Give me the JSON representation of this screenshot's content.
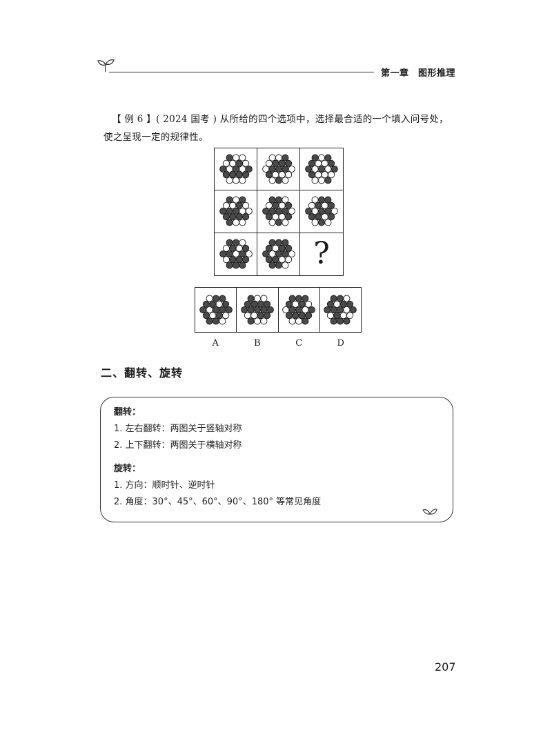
{
  "header": {
    "chapter_title": "第一章　图形推理"
  },
  "question": {
    "tag": "【 例 6 】",
    "source": "( 2024  国考 )",
    "text": " 从所给的四个选项中，选择最合适的一个填入问号处，使之呈现一定的规律性。"
  },
  "puzzle": {
    "question_mark": "?",
    "fill_dark": "#4a4a4a",
    "fill_light": "#ffffff",
    "cells": [
      {
        "filled": [
          0,
          5,
          7,
          9,
          11,
          12,
          13,
          14,
          15
        ]
      },
      {
        "filled": [
          2,
          4,
          5,
          6,
          8,
          9,
          10,
          12,
          17
        ]
      },
      {
        "filled": [
          0,
          2,
          3,
          6,
          7,
          9,
          11,
          12,
          18
        ]
      },
      {
        "filled": [
          0,
          2,
          5,
          7,
          8,
          9,
          12,
          13,
          14,
          15,
          16
        ]
      },
      {
        "filled": [
          0,
          1,
          4,
          6,
          7,
          8,
          9,
          10,
          12,
          15,
          17
        ]
      },
      {
        "filled": [
          1,
          2,
          4,
          6,
          7,
          9,
          10,
          12,
          13,
          15,
          17
        ]
      },
      {
        "filled": [
          0,
          1,
          4,
          6,
          7,
          8,
          10,
          13,
          14,
          15,
          16,
          17,
          18
        ]
      },
      {
        "filled": [
          0,
          1,
          2,
          3,
          5,
          6,
          7,
          9,
          10,
          12,
          13,
          16,
          17
        ]
      }
    ],
    "options": [
      {
        "label": "A",
        "filled": [
          1,
          2,
          3,
          4,
          6,
          7,
          9,
          10,
          11,
          12,
          14,
          16,
          17
        ]
      },
      {
        "label": "B",
        "filled": [
          0,
          3,
          4,
          5,
          6,
          7,
          8,
          9,
          10,
          11,
          14,
          15,
          16
        ]
      },
      {
        "label": "C",
        "filled": [
          0,
          1,
          2,
          3,
          5,
          8,
          9,
          11,
          12,
          13,
          14,
          15,
          18
        ]
      },
      {
        "label": "D",
        "filled": [
          0,
          1,
          3,
          5,
          6,
          7,
          8,
          9,
          11,
          13,
          16,
          17,
          18
        ]
      }
    ]
  },
  "section_heading": "二、翻转、旋转",
  "note_box": {
    "flip_title": "翻转：",
    "flip_items": [
      "1. 左右翻转：两图关于竖轴对称",
      "2. 上下翻转：两图关于横轴对称"
    ],
    "rotate_title": "旋转：",
    "rotate_items": [
      "1. 方向：顺时针、逆时针",
      "2. 角度：30°、45°、60°、90°、180° 等常见角度"
    ]
  },
  "page_number": "207"
}
